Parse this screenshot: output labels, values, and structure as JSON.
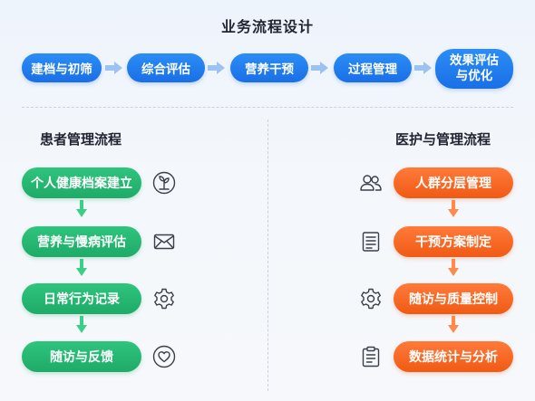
{
  "title": "业务流程设计",
  "top_flow": [
    {
      "label": "建档与初筛"
    },
    {
      "label": "综合评估"
    },
    {
      "label": "营养干预"
    },
    {
      "label": "过程管理"
    },
    {
      "label_line1": "效果评估",
      "label_line2": "与优化"
    }
  ],
  "patient": {
    "title": "患者管理流程",
    "steps": [
      {
        "label": "个人健康档案建立",
        "icon": "sprout-icon"
      },
      {
        "label": "营养与慢病评估",
        "icon": "envelope-icon"
      },
      {
        "label": "日常行为记录",
        "icon": "gear-icon"
      },
      {
        "label": "随访与反馈",
        "icon": "heart-icon"
      }
    ]
  },
  "medical": {
    "title": "医护与管理流程",
    "steps": [
      {
        "label": "人群分层管理",
        "icon": "users-icon"
      },
      {
        "label": "干预方案制定",
        "icon": "document-icon"
      },
      {
        "label": "随访与质量控制",
        "icon": "gear-icon"
      },
      {
        "label": "数据统计与分析",
        "icon": "clipboard-icon"
      }
    ]
  },
  "colors": {
    "blue": "#1a6fe6",
    "green": "#1eab67",
    "orange": "#f05a14",
    "text": "#1f2430"
  }
}
